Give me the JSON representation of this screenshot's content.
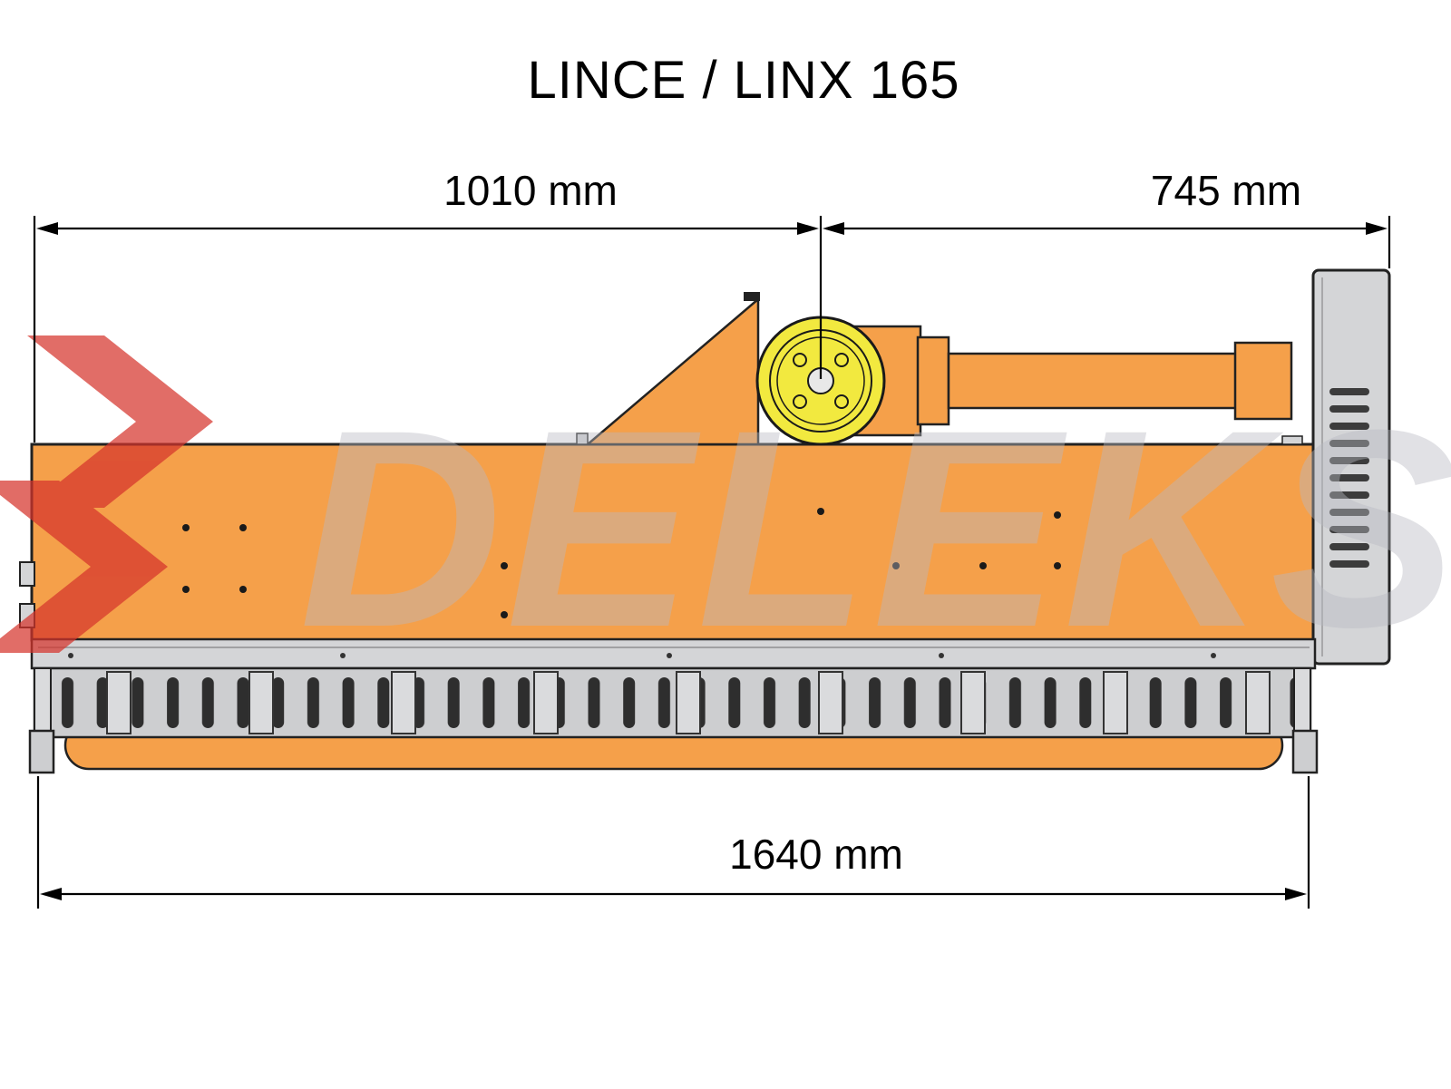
{
  "title": "LINCE / LINX 165",
  "dimensions": {
    "top_left": "1010 mm",
    "top_right": "745 mm",
    "bottom": "1640 mm"
  },
  "watermark": {
    "text": "DELEKS",
    "logo": "red-chevron-arrows"
  },
  "machine": {
    "type": "flail-mower-side-profile",
    "parts": [
      "support-triangle",
      "pto-gearbox-pulley",
      "drive-shaft",
      "side-plate-with-vents",
      "main-body",
      "hinge-strip",
      "slotted-rear-guard",
      "roller",
      "skid-shoes"
    ]
  },
  "colors": {
    "body_orange": "#F5A04A",
    "pulley_yellow": "#F2E93F",
    "steel_gray": "#D4D5D7",
    "slot_dark": "#2E2E2E",
    "outline": "#222222",
    "watermark_red": "#D6342C",
    "watermark_gray": "#B9BAC3"
  }
}
